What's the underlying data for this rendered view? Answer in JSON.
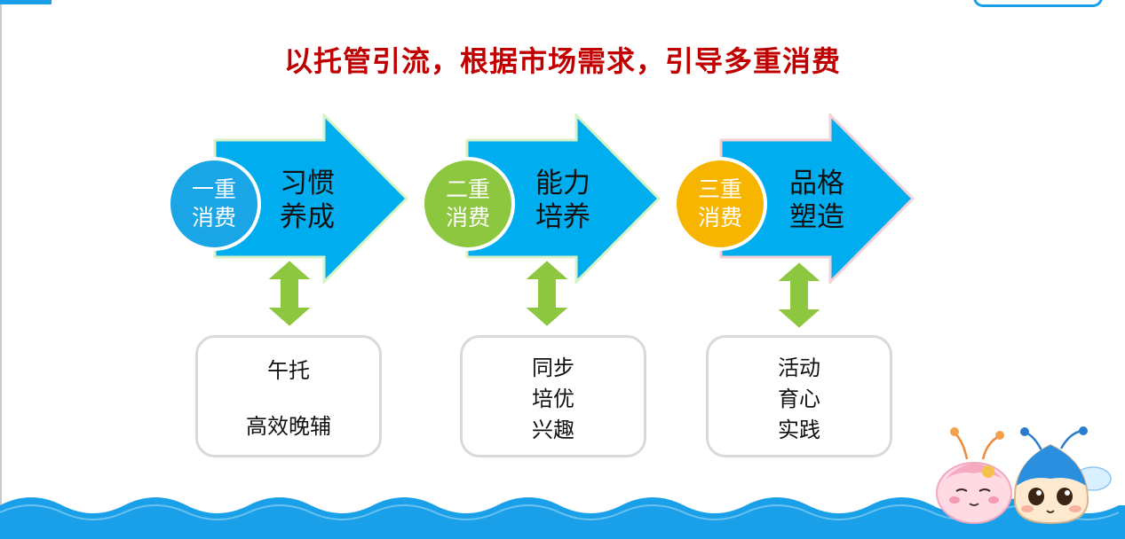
{
  "slide": {
    "title": "以托管引流，根据市场需求，引导多重消费"
  },
  "stages": [
    {
      "circle_line1": "一重",
      "circle_line2": "消费",
      "arrow_line1": "习惯",
      "arrow_line2": "养成",
      "box_items": [
        "午托",
        "高效晚辅"
      ]
    },
    {
      "circle_line1": "二重",
      "circle_line2": "消费",
      "arrow_line1": "能力",
      "arrow_line2": "培养",
      "box_items": [
        "同步",
        "培优",
        "兴趣"
      ]
    },
    {
      "circle_line1": "三重",
      "circle_line2": "消费",
      "arrow_line1": "品格",
      "arrow_line2": "塑造",
      "box_items": [
        "活动",
        "育心",
        "实践"
      ]
    }
  ],
  "colors": {
    "title": "#c00000",
    "arrow_fill": "#00aeef",
    "circle_1": "#1aa6e6",
    "circle_2": "#8dc63f",
    "circle_3": "#f7b500",
    "double_arrow": "#8dc63f",
    "wave": "#1aa0e8"
  }
}
